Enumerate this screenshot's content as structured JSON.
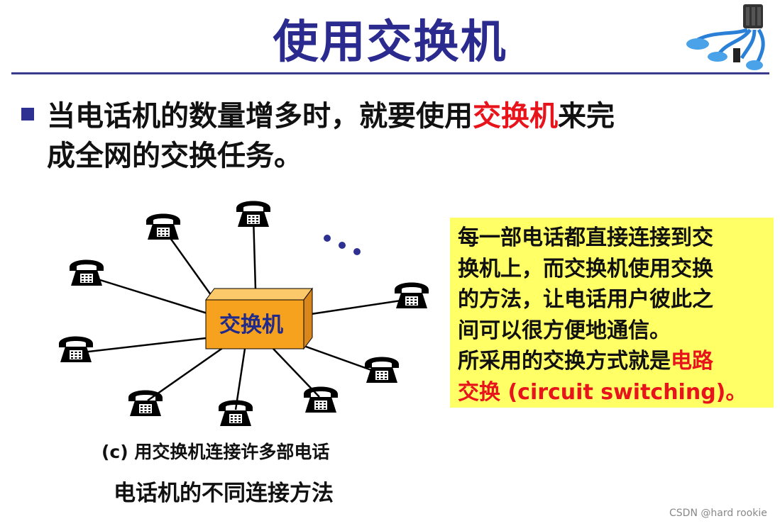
{
  "slide": {
    "title": "使用交换机",
    "bullet": {
      "part1": "当电话机的数量增多时，就要使用",
      "highlight": "交换机",
      "part2": "来完",
      "line2": "成全网的交换任务。"
    },
    "diagram": {
      "switch_label": "交换机",
      "ellipsis": "…"
    },
    "note": {
      "line1": "每一部电话都直接连接到交",
      "line2": "换机上，而交换机使用交换",
      "line3": "的方法，让电话用户彼此之",
      "line4": "间可以很方便地通信。",
      "line5": "所采用的交换方式就是",
      "highlight_a": "电路",
      "highlight_b": "交换 (circuit switching)。"
    },
    "caption_c": "(c) 用交换机连接许多部电话",
    "caption_main": "电话机的不同连接方法",
    "watermark": "CSDN @hard rookie"
  },
  "colors": {
    "title": "#2b2b8f",
    "highlight": "#e8141b",
    "note_bg": "#ffff66",
    "switch_box": "#f7a21e"
  },
  "icons": [
    "network-logo-icon",
    "telephone-icon",
    "bullet-square-icon"
  ]
}
